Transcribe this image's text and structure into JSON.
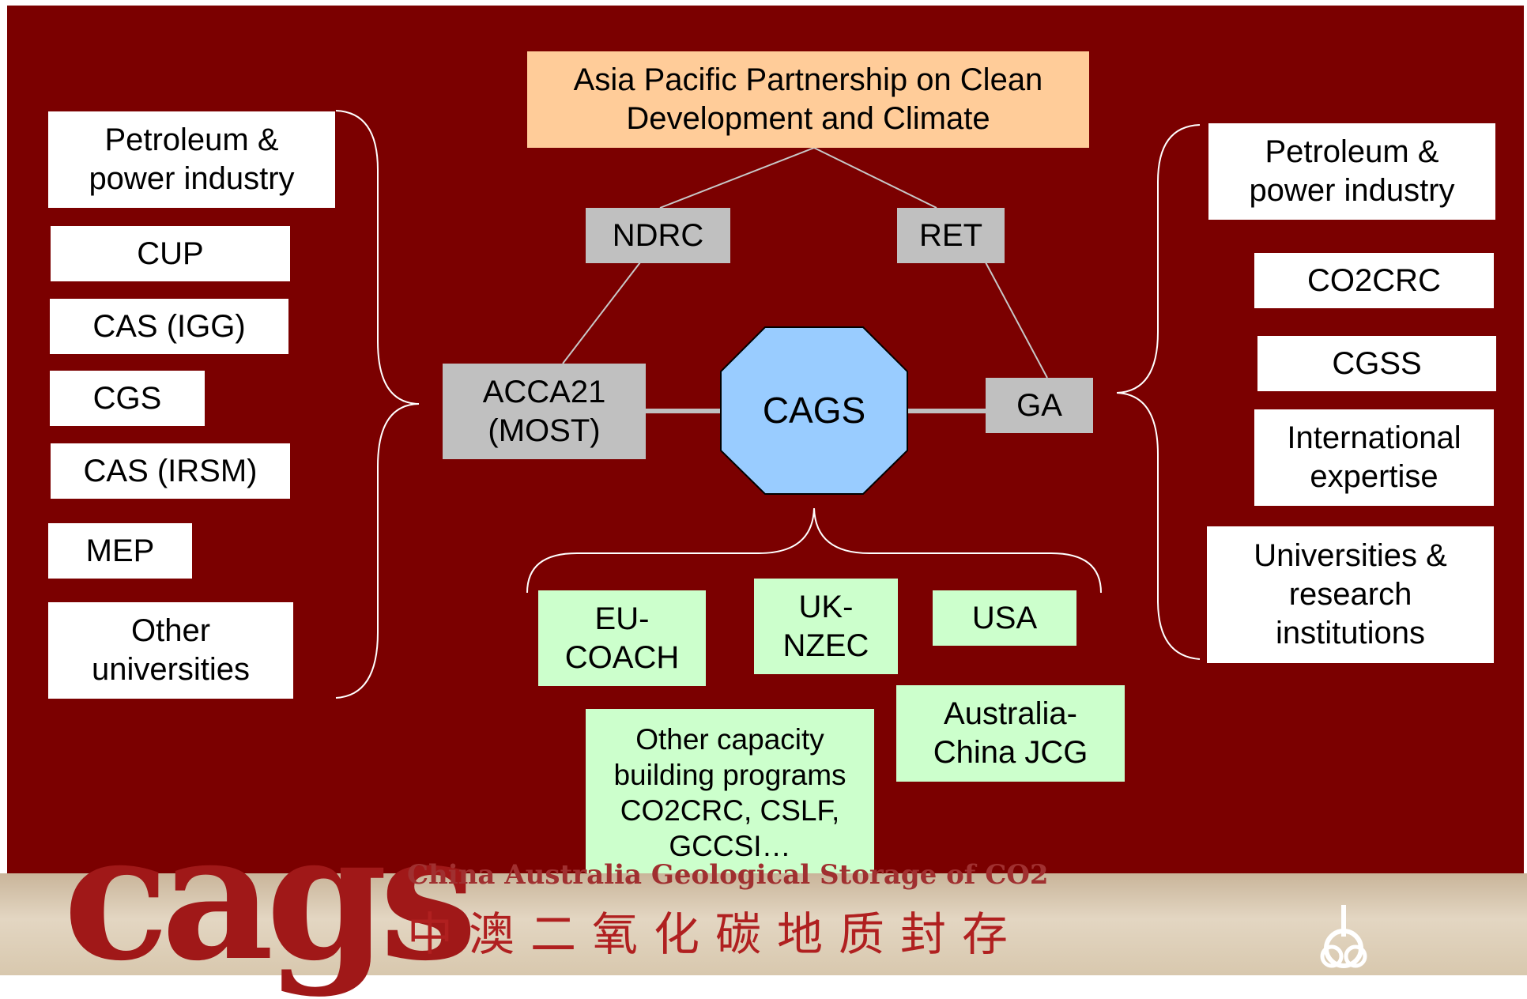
{
  "top": {
    "title": "Asia Pacific Partnership on Clean Development and Climate"
  },
  "nodes": {
    "ndrc": "NDRC",
    "ret": "RET",
    "acca": "ACCA21 (MOST)",
    "cags": "CAGS",
    "ga": "GA"
  },
  "left_items": [
    "Petroleum & power industry",
    "CUP",
    "CAS (IGG)",
    "CGS",
    "CAS (IRSM)",
    "MEP",
    "Other universities"
  ],
  "right_items": [
    "Petroleum & power industry",
    "CO2CRC",
    "CGSS",
    "International expertise",
    "Universities & research institutions"
  ],
  "programs": {
    "eu": "EU-COACH",
    "uk": "UK-NZEC",
    "usa": "USA",
    "australia": "Australia-China JCG",
    "other": "Other capacity building programs CO2CRC, CSLF, GCCSI…"
  },
  "footer": {
    "logo": "cags",
    "subtitle_en": "China Australia Geological Storage of CO2",
    "subtitle_cn": "中澳二氧化碳地质封存"
  },
  "colors": {
    "background": "#7b0000",
    "top_box": "#ffcc99",
    "gray_box": "#c0c0c0",
    "center_octagon": "#99ccff",
    "program_box": "#ccffcc",
    "side_box": "#ffffff"
  }
}
